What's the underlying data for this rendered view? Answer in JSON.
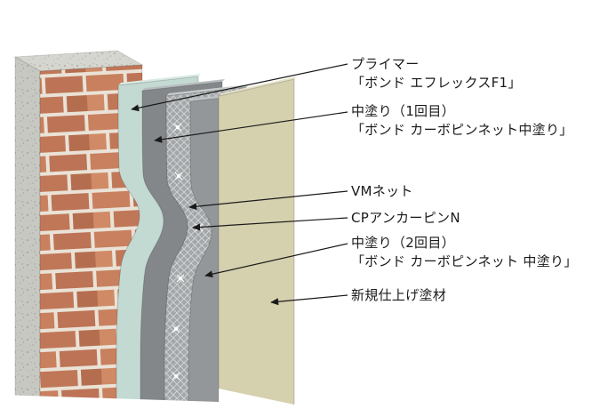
{
  "labels": [
    {
      "id": "primer",
      "lines": [
        "プライマー",
        "「ボンド エフレックスF1」"
      ]
    },
    {
      "id": "middle-coat-1",
      "lines": [
        "中塗り（1回目）",
        "「ボンド カーボピンネット中塗り」"
      ]
    },
    {
      "id": "vm-net",
      "lines": [
        "VMネット"
      ]
    },
    {
      "id": "cp-anchor-pin",
      "lines": [
        "CPアンカーピンN"
      ]
    },
    {
      "id": "middle-coat-2",
      "lines": [
        "中塗り（2回目）",
        "「ボンド カーボピンネット 中塗り」"
      ]
    },
    {
      "id": "new-finish",
      "lines": [
        "新規仕上げ塗材"
      ]
    }
  ],
  "illustration": {
    "type": "wall-repair-layer-cross-section",
    "layers": [
      {
        "id": "concrete-substrate",
        "color": "#d6d6d0"
      },
      {
        "id": "brick-wall",
        "color": "#c8805f",
        "mortar_color": "#eae2d6"
      },
      {
        "id": "primer",
        "color": "#c3dad3"
      },
      {
        "id": "middle-coat-1",
        "color": "#84878a"
      },
      {
        "id": "vm-net",
        "color": "#a4a7a9",
        "grid_color": "#d4d6d7"
      },
      {
        "id": "middle-coat-2",
        "color": "#94979a"
      },
      {
        "id": "new-finish",
        "color": "#d5d0ae"
      },
      {
        "id": "anchor-pin",
        "color": "#ffffff"
      }
    ],
    "leader_line_color": "#1a1a1a",
    "text_color": "#1a1a1a",
    "background_color": "#ffffff"
  }
}
